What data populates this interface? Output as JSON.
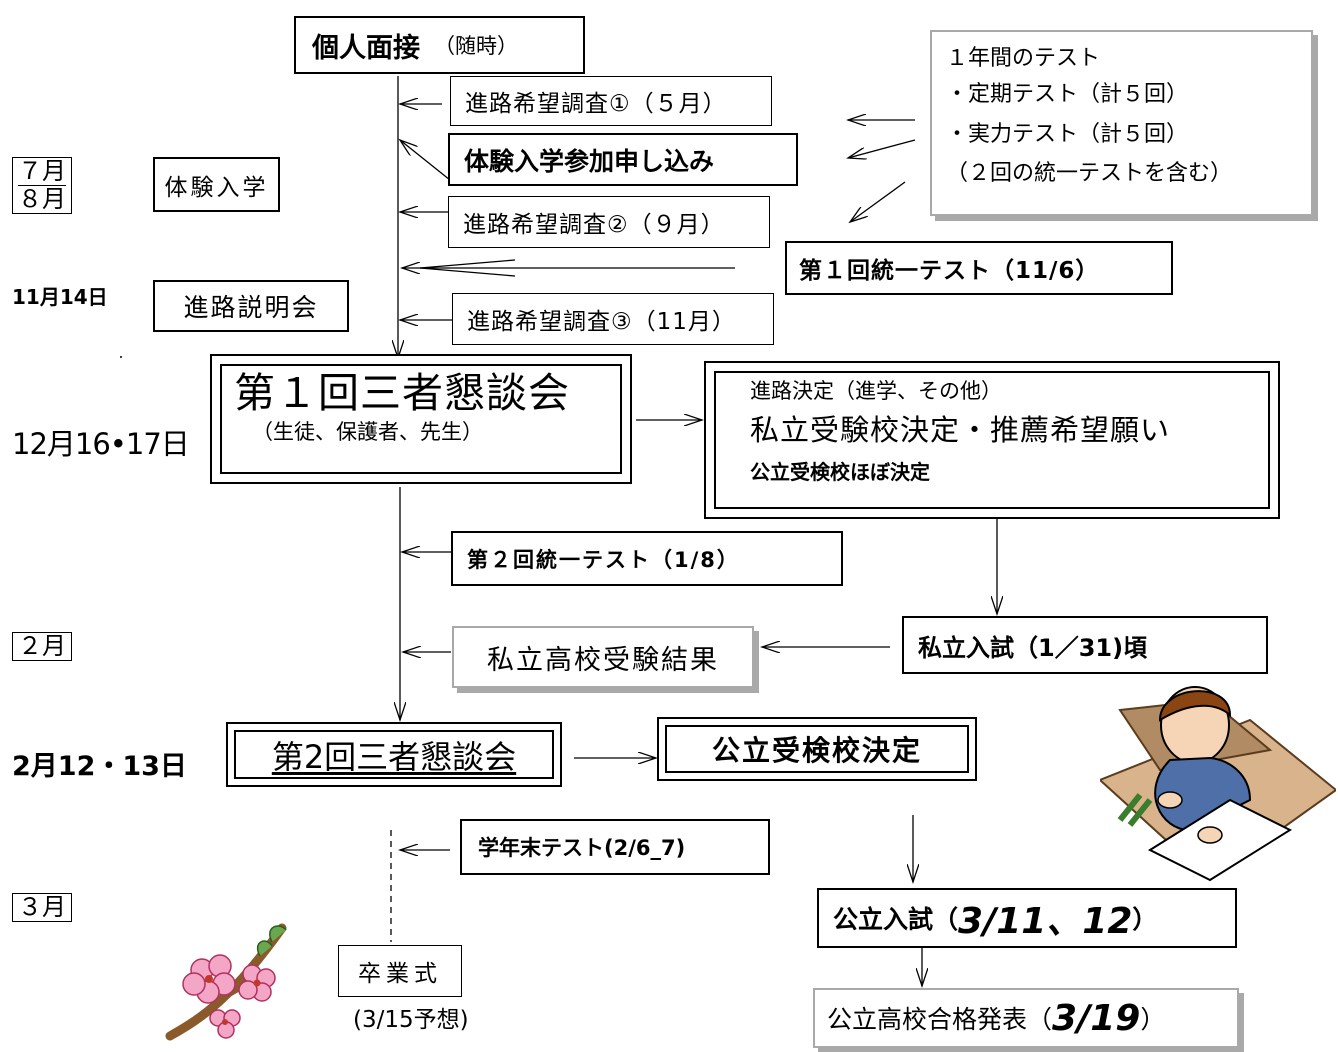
{
  "month_labels": {
    "jul": "７月",
    "aug": "８月",
    "feb": "２月",
    "mar": "３月"
  },
  "date_labels": {
    "nov14": "11月14日",
    "dec1617": "12月16•17日",
    "feb1213": "2月12・13日"
  },
  "boxes": {
    "interview_title": "個人面接",
    "interview_note": "（随時）",
    "survey1": "進路希望調査①（５月）",
    "trial_application": "体験入学参加申し込み",
    "trial_admission": "体験入学",
    "survey2": "進路希望調査②（９月）",
    "career_briefing": "進路説明会",
    "survey3": "進路希望調査③（11月）",
    "unified_test1": "第１回統一テスト（11/6）",
    "tests_year_title": "１年間のテスト",
    "tests_regular": "・定期テスト（計５回）",
    "tests_ability": "・実力テスト（計５回）",
    "tests_note": "（２回の統一テストを含む）",
    "meeting1_title": "第１回三者懇談会",
    "meeting1_sub": "（生徒、保護者、先生）",
    "decision_line1": "進路決定（進学、その他）",
    "decision_line2": "私立受験校決定・推薦希望願い",
    "decision_line3": "公立受検校ほぼ決定",
    "unified_test2": "第２回統一テスト（1/8）",
    "private_results": "私立高校受験結果",
    "private_exam": "私立入試（1／31)頃",
    "meeting2_title": "第2回三者懇談会",
    "public_school_decision": "公立受検校決定",
    "year_end_test": "学年末テスト(2/6_7)",
    "graduation": "卒業式",
    "graduation_date": "(3/15予想)",
    "public_exam_prefix": "公立入試（",
    "public_exam_dates": "3/11、12",
    "public_exam_suffix": "）",
    "public_results_prefix": "公立高校合格発表（",
    "public_results_date": "3/19",
    "public_results_suffix": "）"
  },
  "colors": {
    "line": "#000000",
    "shadow_gray": "#a9a9a9",
    "blossom_pink": "#f4a6c6",
    "branch_brown": "#8b5a2b"
  },
  "icons": [
    "cherry-blossom-icon",
    "student-studying-icon"
  ]
}
